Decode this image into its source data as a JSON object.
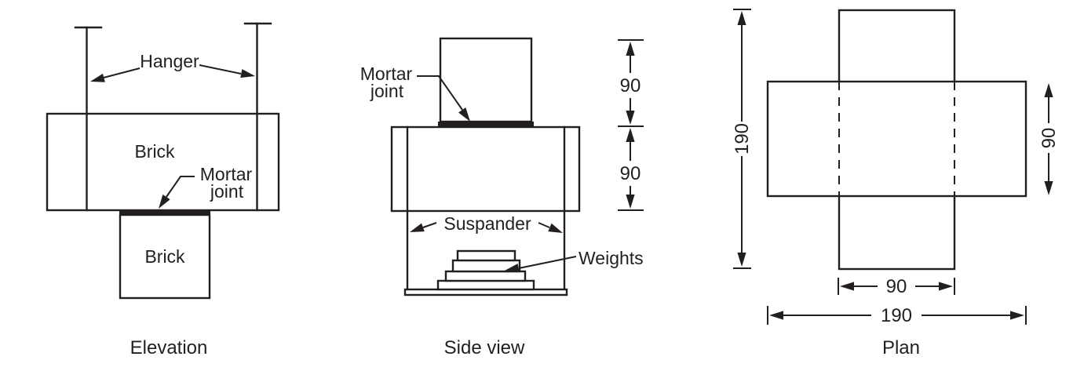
{
  "views": {
    "elevation": {
      "caption": "Elevation",
      "hanger_label": "Hanger",
      "top_brick_label": "Brick",
      "bottom_brick_label": "Brick",
      "mortar_label_line1": "Mortar",
      "mortar_label_line2": "joint"
    },
    "side": {
      "caption": "Side view",
      "mortar_label_line1": "Mortar",
      "mortar_label_line2": "joint",
      "suspander_label": "Suspander",
      "weights_label": "Weights",
      "dim_top_brick_height": "90",
      "dim_bottom_brick_height": "90"
    },
    "plan": {
      "caption": "Plan",
      "dim_overall_depth": "190",
      "dim_flange_depth": "90",
      "dim_web_width": "90",
      "dim_overall_width": "190"
    }
  },
  "colors": {
    "line": "#231f20",
    "background": "#ffffff"
  }
}
